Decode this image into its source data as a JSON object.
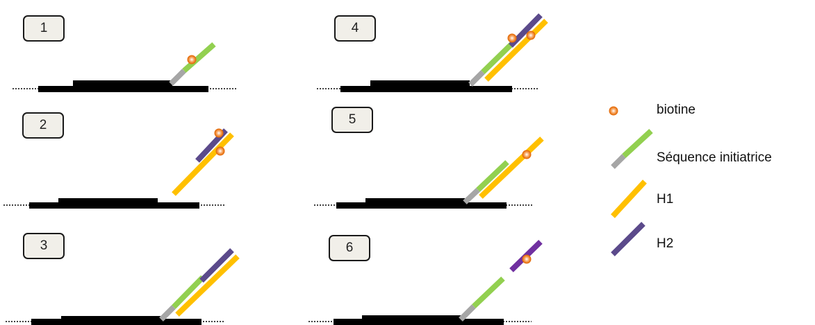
{
  "colors": {
    "track": "#000000",
    "initiator_gray": "#a6a6a6",
    "initiator_green": "#92d050",
    "h1": "#ffc000",
    "h2": "#5b4a8b",
    "h2_released": "#7030a0",
    "biotin": "#e46c0a",
    "badge_fill": "#f1efe9"
  },
  "steps": [
    {
      "id": "1",
      "label": "1"
    },
    {
      "id": "2",
      "label": "2"
    },
    {
      "id": "3",
      "label": "3"
    },
    {
      "id": "4",
      "label": "4"
    },
    {
      "id": "5",
      "label": "5"
    },
    {
      "id": "6",
      "label": "6"
    }
  ],
  "legend": {
    "biotin": {
      "label": "biotine",
      "icon": "biotin-icon"
    },
    "initiator": {
      "label": "Séquence initiatrice",
      "icon": "initiator-sequence-icon"
    },
    "h1": {
      "label": "H1",
      "icon": "h1-strand-icon"
    },
    "h2": {
      "label": "H2",
      "icon": "h2-strand-icon"
    }
  }
}
